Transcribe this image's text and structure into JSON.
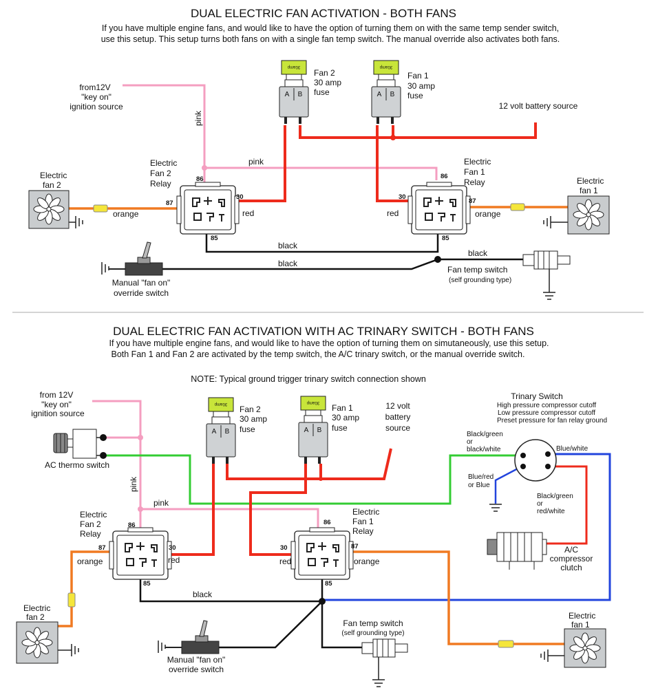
{
  "colors": {
    "red": "#ee2b1c",
    "pink": "#f49ec0",
    "orange": "#f07a22",
    "green": "#33cc33",
    "blue": "#2244dd",
    "black": "#111111",
    "fuse_top": "#c8e53a",
    "fuse_body": "#cfd2d4",
    "inline_fuse": "#f5e63a"
  },
  "top": {
    "title": "DUAL ELECTRIC FAN ACTIVATION - BOTH FANS",
    "desc_line1": "If you have multiple engine fans, and would like to have the option of turning them on with the same temp sender switch,",
    "desc_line2": "use this setup. This setup turns both fans on with a single fan temp switch. The manual override also activates both fans.",
    "ignition": [
      "from12V",
      "\"key on\"",
      "ignition source"
    ],
    "battery": "12 volt battery source",
    "fan2_fuse": [
      "Fan 2",
      "30 amp",
      "fuse"
    ],
    "fan1_fuse": [
      "Fan 1",
      "30 amp",
      "fuse"
    ],
    "fuse_face": "30amp",
    "fuse_pin_a": "A",
    "fuse_pin_b": "B",
    "relay2": [
      "Electric",
      "Fan 2",
      "Relay"
    ],
    "relay1": [
      "Electric",
      "Fan 1",
      "Relay"
    ],
    "fan2": [
      "Electric",
      "fan 2"
    ],
    "fan1": [
      "Electric",
      "fan 1"
    ],
    "pin86": "86",
    "pin87": "87",
    "pin30": "30",
    "pin85": "85",
    "wire_pink_vertical": "pink",
    "wire_pink_horizontal": "pink",
    "wire_red_left": "red",
    "wire_red_right": "red",
    "wire_orange_left": "orange",
    "wire_orange_right": "orange",
    "wire_black_relays": "black",
    "wire_black_switch": "black",
    "wire_black_sensor": "black",
    "manual_switch": [
      "Manual \"fan on\"",
      "override switch"
    ],
    "temp_switch": "Fan temp switch",
    "temp_switch_note": "(self grounding type)"
  },
  "bottom": {
    "title": "DUAL ELECTRIC FAN ACTIVATION WITH AC TRINARY SWITCH - BOTH FANS",
    "desc_line1": "If you have multiple engine fans, and would like to have the option of turning them on simutaneously, use this setup.",
    "desc_line2": "Both Fan 1 and Fan 2 are activated by the temp switch, the A/C trinary switch, or the manual override switch.",
    "note": "NOTE:  Typical ground trigger trinary switch connection shown",
    "ignition": [
      "from 12V",
      "\"key on\"",
      "ignition source"
    ],
    "ac_thermo": "AC thermo switch",
    "battery": [
      "12 volt",
      "battery",
      "source"
    ],
    "fan2_fuse": [
      "Fan 2",
      "30 amp",
      "fuse"
    ],
    "fan1_fuse": [
      "Fan 1",
      "30 amp",
      "fuse"
    ],
    "fuse_face": "30amp",
    "fuse_pin_a": "A",
    "fuse_pin_b": "B",
    "trinary_title": "Trinary Switch",
    "trinary_lines": [
      "High pressure compressor cutoff",
      "Low pressure compressor cutoff",
      "Preset pressure for fan relay ground"
    ],
    "wire_black_green": [
      "Black/green",
      "or",
      "black/white"
    ],
    "wire_blue_white": "Blue/white",
    "wire_blue_red": [
      "Blue/red",
      "or Blue"
    ],
    "wire_black_green2": [
      "Black/green",
      "or",
      "red/white"
    ],
    "compressor": [
      "A/C",
      "compressor",
      "clutch"
    ],
    "relay2": [
      "Electric",
      "Fan 2",
      "Relay"
    ],
    "relay1": [
      "Electric",
      "Fan 1",
      "Relay"
    ],
    "fan2": [
      "Electric",
      "fan 2"
    ],
    "fan1": [
      "Electric",
      "fan 1"
    ],
    "pin86": "86",
    "pin87": "87",
    "pin30": "30",
    "pin85": "85",
    "wire_pink_vertical": "pink",
    "wire_pink_horizontal": "pink",
    "wire_red_left": "red",
    "wire_red_right": "red",
    "wire_orange_left": "orange",
    "wire_orange_right": "orange",
    "wire_black": "black",
    "manual_switch": [
      "Manual \"fan on\"",
      "override switch"
    ],
    "temp_switch": "Fan temp switch",
    "temp_switch_note": "(self grounding type)"
  }
}
